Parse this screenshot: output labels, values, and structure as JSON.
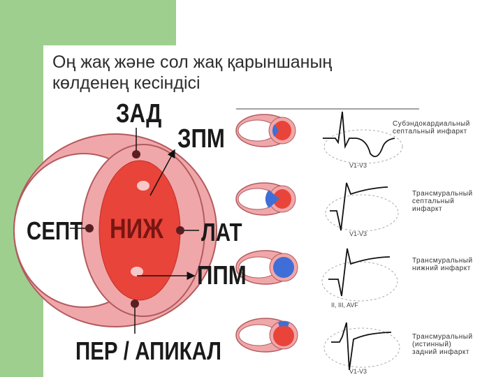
{
  "title": {
    "line1": "Оң жақ және сол жақ қарыншаның",
    "line2": "көлденең кесіндісі"
  },
  "big_diagram": {
    "center_label": "НИЖ",
    "label_top": "ЗАД",
    "label_left": "СЕПТ",
    "label_right": "ЛАТ",
    "label_bottom": "ПЕР / АПИКАЛ",
    "label_zpm": "ЗПМ",
    "label_ppm": "ППМ"
  },
  "panels": [
    {
      "lines": [
        "Субэндокардиальный",
        "септальный инфаркт"
      ],
      "leads": "V1-V3"
    },
    {
      "lines": [
        "Трансмуральный",
        "септальный",
        "инфаркт"
      ],
      "leads": "V1-V3"
    },
    {
      "lines": [
        "Трансмуральный",
        "нижний инфаркт"
      ],
      "leads": "II, III, AVF"
    },
    {
      "lines": [
        "Трансмуральный",
        "(истинный)",
        "задний инфаркт"
      ],
      "leads": "V1-V3"
    }
  ],
  "colors": {
    "background_green": "#9fcf8f",
    "heart_wall": "#f0a7a9",
    "left_ventricle": "#e8443a",
    "infarct_blue": "#3f6fd6"
  }
}
